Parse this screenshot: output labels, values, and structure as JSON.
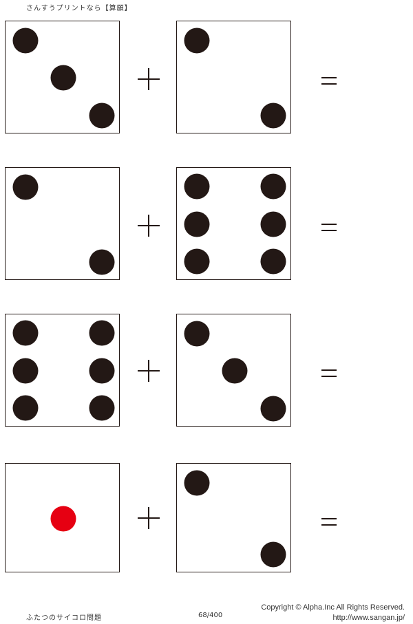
{
  "header": {
    "title": "さんすうプリントなら【算願】"
  },
  "worksheet": {
    "operator_plus": "+",
    "operator_equals": "=",
    "problems": [
      {
        "left_die": 3,
        "right_die": 2
      },
      {
        "left_die": 2,
        "right_die": 6
      },
      {
        "left_die": 6,
        "right_die": 3
      },
      {
        "left_die": 1,
        "right_die": 2
      }
    ],
    "colors": {
      "pip": "#231815",
      "one_pip": "#e60012",
      "border": "#231815"
    }
  },
  "footer": {
    "worksheet_title": "ふたつのサイコロ問題",
    "page": "68/400",
    "copyright": "Copyright ©  Alpha.Inc All Rights Reserved.",
    "url": "http://www.sangan.jp/"
  }
}
